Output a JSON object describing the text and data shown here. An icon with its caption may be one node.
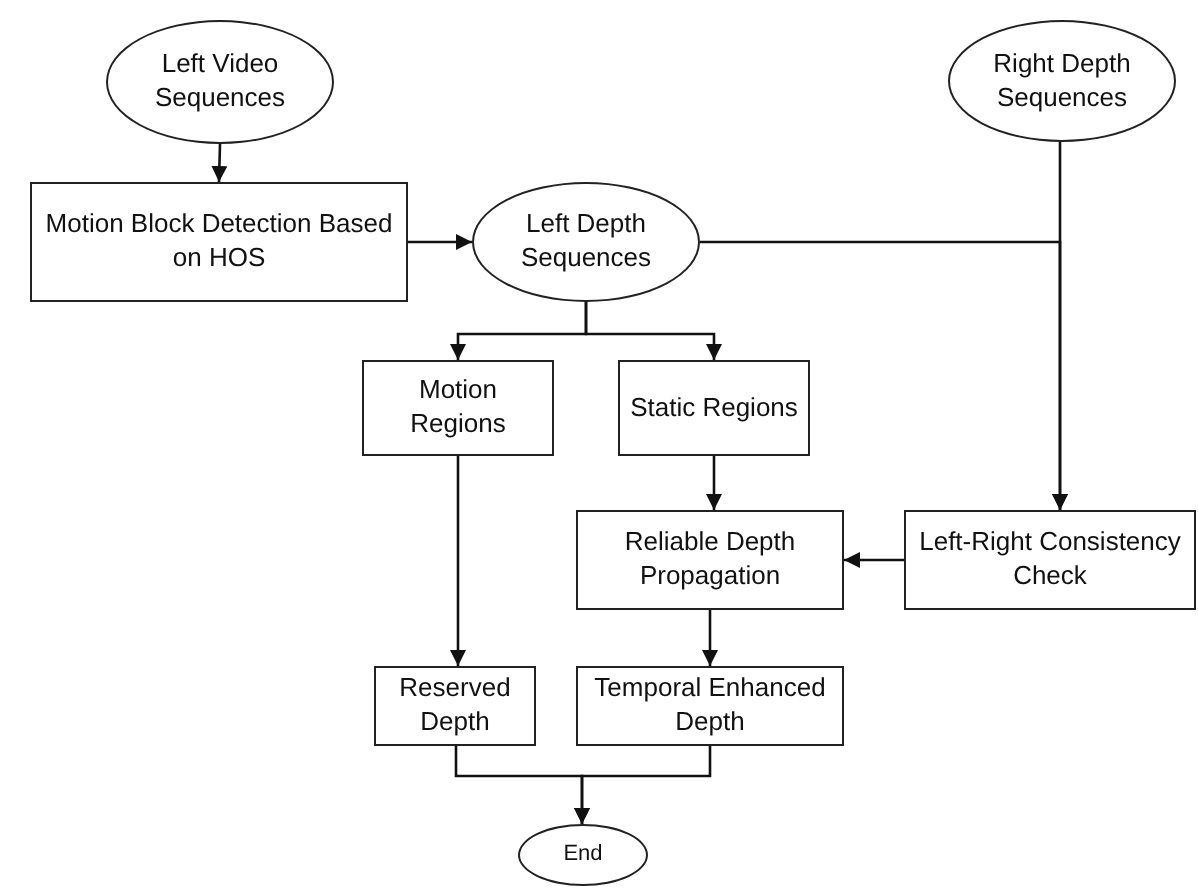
{
  "diagram": {
    "nodes": [
      {
        "text": [
          "Left Video Sequences"
        ]
      },
      {
        "text": [
          "Right Depth Sequences"
        ]
      },
      {
        "text": [
          "Motion Block Detection Based on HOS"
        ]
      },
      {
        "text": [
          "Left Depth Sequences"
        ]
      },
      {
        "text": [
          "Motion Regions"
        ]
      },
      {
        "text": [
          "Static Regions"
        ]
      },
      {
        "text": [
          "Reliable Depth Propagation"
        ]
      },
      {
        "text": [
          "Left-Right Consistency Check"
        ]
      },
      {
        "text": [
          "Reserved Depth"
        ]
      },
      {
        "text": [
          "Temporal Enhanced Depth"
        ]
      },
      {
        "text": [
          "End"
        ]
      }
    ],
    "edges": [
      {
        "from": 0,
        "to": 2,
        "arrow": "to"
      },
      {
        "from": 2,
        "to": 3,
        "arrow": "to"
      },
      {
        "from": 3,
        "to": 4,
        "arrow": "to"
      },
      {
        "from": 3,
        "to": 5,
        "arrow": "to"
      },
      {
        "from": 3,
        "to": 7,
        "arrow": "to"
      },
      {
        "from": 1,
        "to": 7,
        "arrow": "to"
      },
      {
        "from": 5,
        "to": 6,
        "arrow": "to"
      },
      {
        "from": 7,
        "to": 6,
        "arrow": "to"
      },
      {
        "from": 4,
        "to": 8,
        "arrow": "to"
      },
      {
        "from": 6,
        "to": 9,
        "arrow": "to"
      },
      {
        "from": 8,
        "to": 10,
        "arrow": "to"
      },
      {
        "from": 9,
        "to": 10,
        "arrow": "to"
      }
    ]
  }
}
